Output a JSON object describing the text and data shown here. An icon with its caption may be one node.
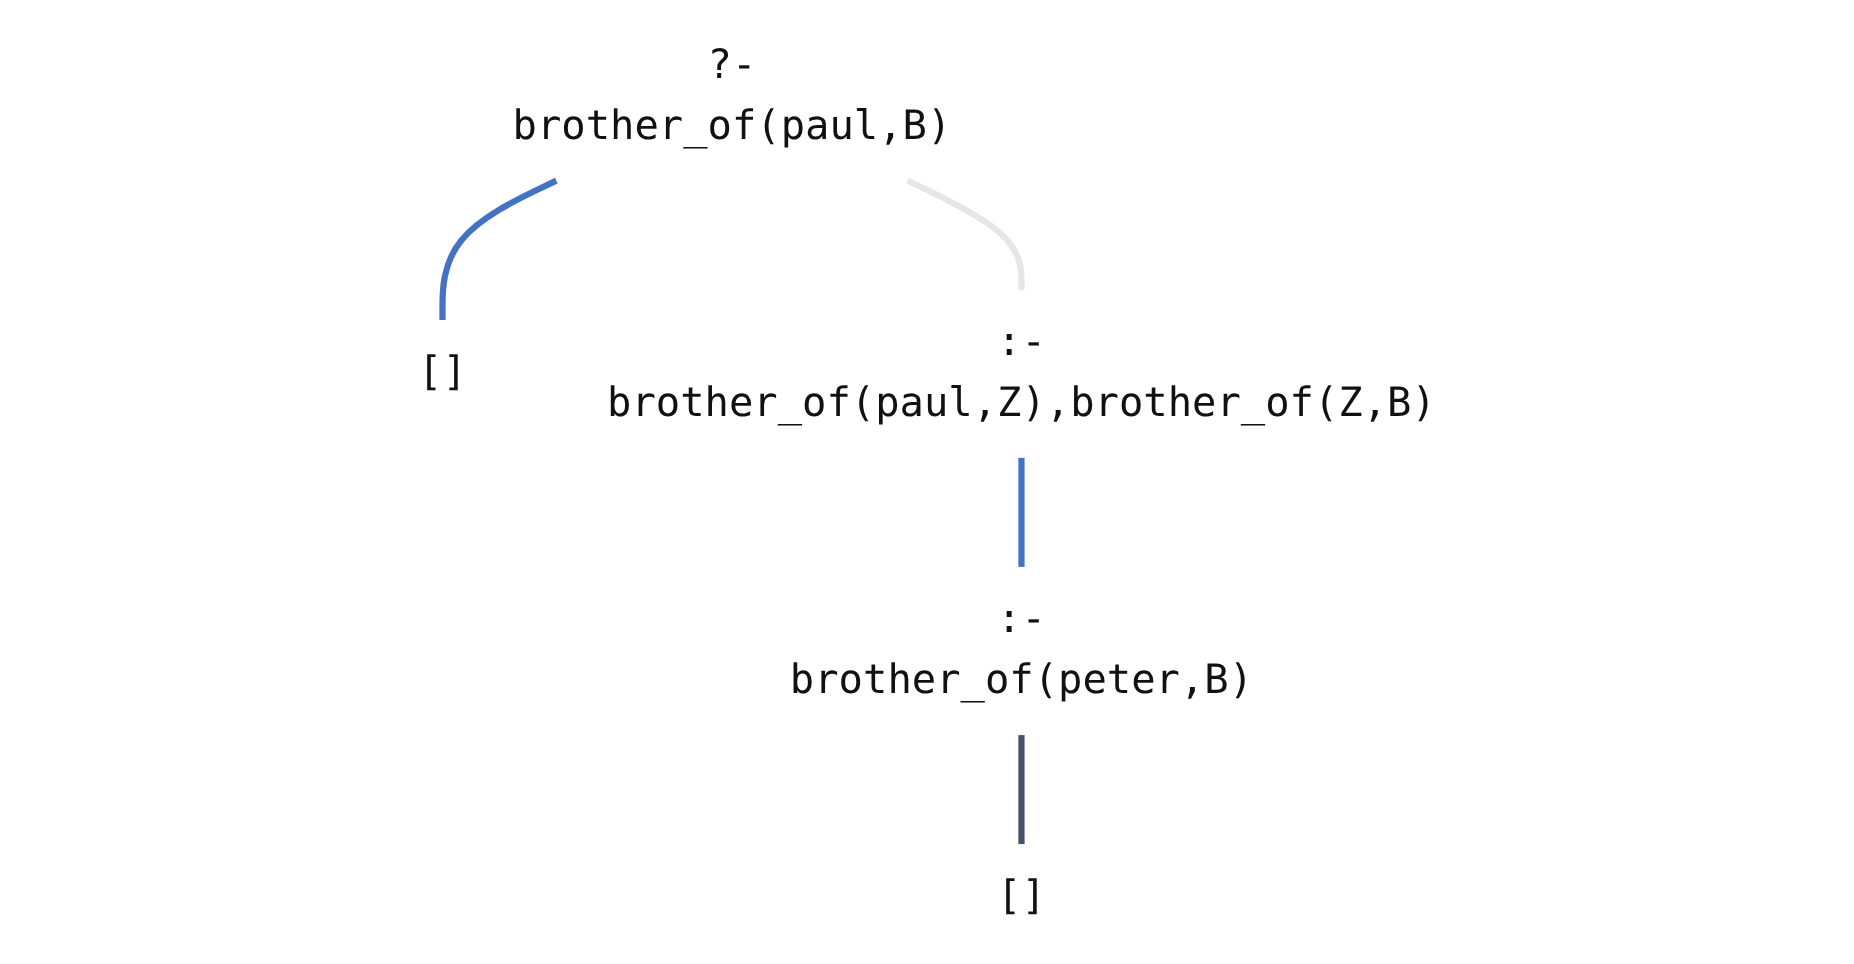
{
  "diagram": {
    "nodes": [
      {
        "text": [
          "?-brother_of(paul,B)"
        ]
      },
      {
        "text": [
          "[]"
        ]
      },
      {
        "text": [
          ":-brother_of(paul,Z),brother_of(Z,B)"
        ]
      },
      {
        "text": [
          ":-brother_of(peter,B)"
        ]
      },
      {
        "text": [
          "[]"
        ]
      }
    ],
    "edges": [
      {
        "from": 0,
        "to": 1,
        "arrow": "none",
        "color": "#4472c4"
      },
      {
        "from": 0,
        "to": 2,
        "arrow": "none",
        "color": "#e6e6e6"
      },
      {
        "from": 2,
        "to": 3,
        "arrow": "none",
        "color": "#4472c4"
      },
      {
        "from": 3,
        "to": 4,
        "arrow": "none",
        "color": "#44546a"
      }
    ]
  }
}
